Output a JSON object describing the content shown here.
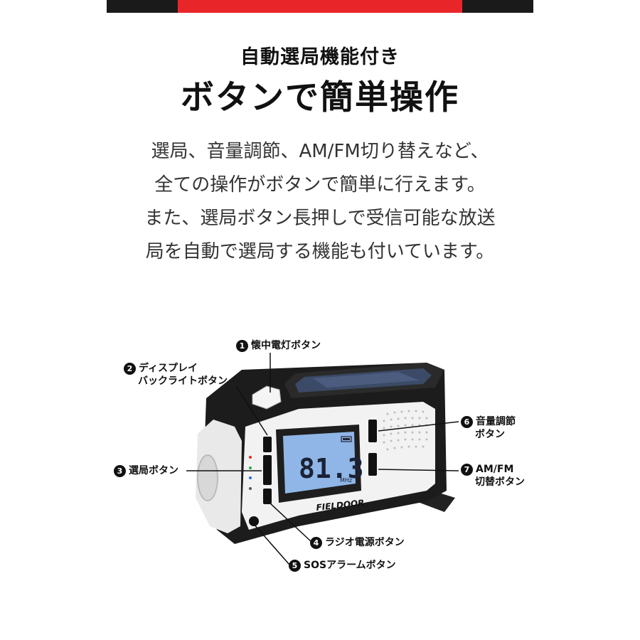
{
  "header": {
    "subtitle": "自動選局機能付き",
    "title": "ボタンで簡単操作"
  },
  "description": {
    "lines": [
      "選局、音量調節、AM/FM切り替えなど、",
      "全ての操作がボタンで簡単に行えます。",
      "また、選局ボタン長押しで受信可能な放送",
      "局を自動で選局する機能も付いています。"
    ]
  },
  "device": {
    "brand": "FIELDOOR",
    "display_value": "81.3",
    "display_unit": "MHz"
  },
  "callouts": [
    {
      "num": "1",
      "text": "懐中電灯ボタン"
    },
    {
      "num": "2",
      "text_line1": "ディスプレイ",
      "text_line2": "バックライトボタン"
    },
    {
      "num": "3",
      "text": "選局ボタン"
    },
    {
      "num": "4",
      "text": "ラジオ電源ボタン"
    },
    {
      "num": "5",
      "text": "SOSアラームボタン"
    },
    {
      "num": "6",
      "text_line1": "音量調節",
      "text_line2": "ボタン"
    },
    {
      "num": "7",
      "text_line1": "AM/FM",
      "text_line2": "切替ボタン"
    }
  ],
  "colors": {
    "accent_red": "#e8262a",
    "dark": "#1a1a1a",
    "lcd_blue": "#8fb6e6"
  }
}
